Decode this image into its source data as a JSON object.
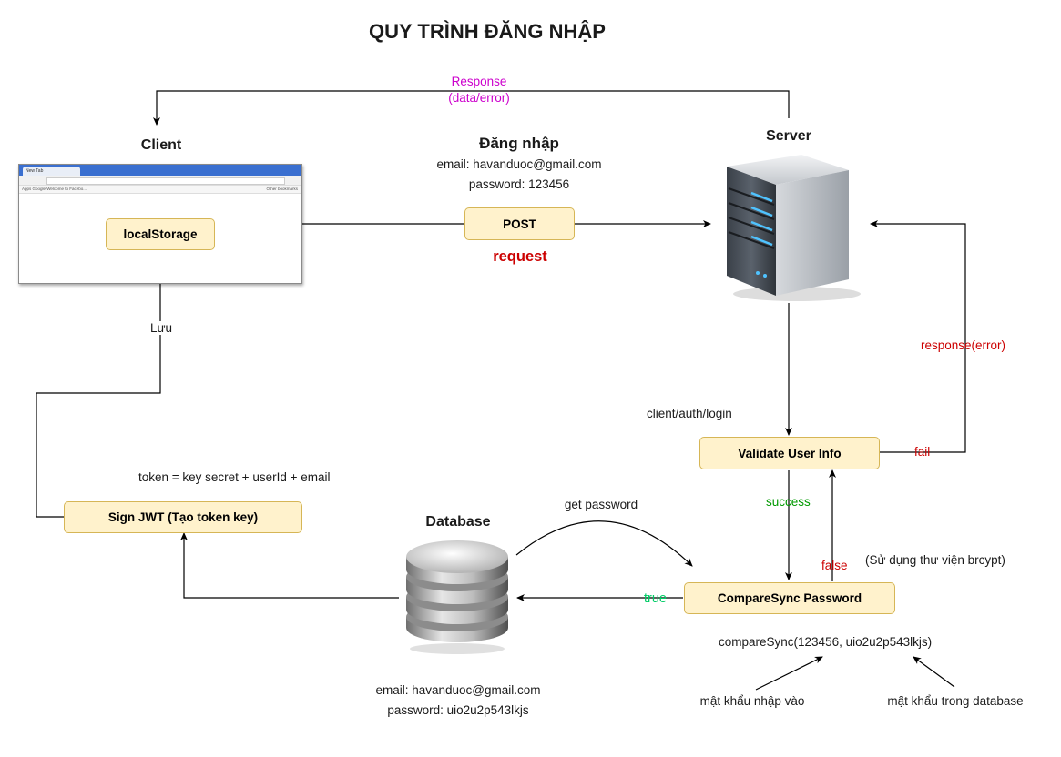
{
  "title": "QUY TRÌNH ĐĂNG NHẬP",
  "colors": {
    "node_fill": "#fff2cc",
    "node_border": "#d6b656",
    "red": "#cc0000",
    "green": "#009900",
    "magenta": "#cc00cc",
    "mint": "#00cc66"
  },
  "client": {
    "label": "Client",
    "browser_tab": "New Tab",
    "bookmarks": "Apps   Google   Welcome to Facebo...",
    "other_bookmarks": "Other bookmarks",
    "local_storage": "localStorage"
  },
  "server": {
    "label": "Server"
  },
  "database": {
    "label": "Database",
    "email": "email: havanduoc@gmail.com",
    "password": "password: uio2u2p543lkjs"
  },
  "login": {
    "title": "Đăng nhập",
    "email": "email: havanduoc@gmail.com",
    "password": "password: 123456",
    "method": "POST",
    "request": "request"
  },
  "response": {
    "line1": "Response",
    "line2": "(data/error)"
  },
  "route": "client/auth/login",
  "validate": "Validate User Info",
  "fail": "fail",
  "response_error": "response(error)",
  "success": "success",
  "false_label": "false",
  "compare": "CompareSync Password",
  "bcrypt_note": "(Sử dụng thư viện brcypt)",
  "compare_call": "compareSync(123456, uio2u2p543lkjs)",
  "input_password": "mật khẩu nhập vào",
  "db_password": "mật khẩu trong database",
  "true_label": "true",
  "get_password": "get password",
  "sign_jwt": "Sign JWT (Tạo token key)",
  "token_formula": "token = key secret + userId + email",
  "save": "Lưu"
}
